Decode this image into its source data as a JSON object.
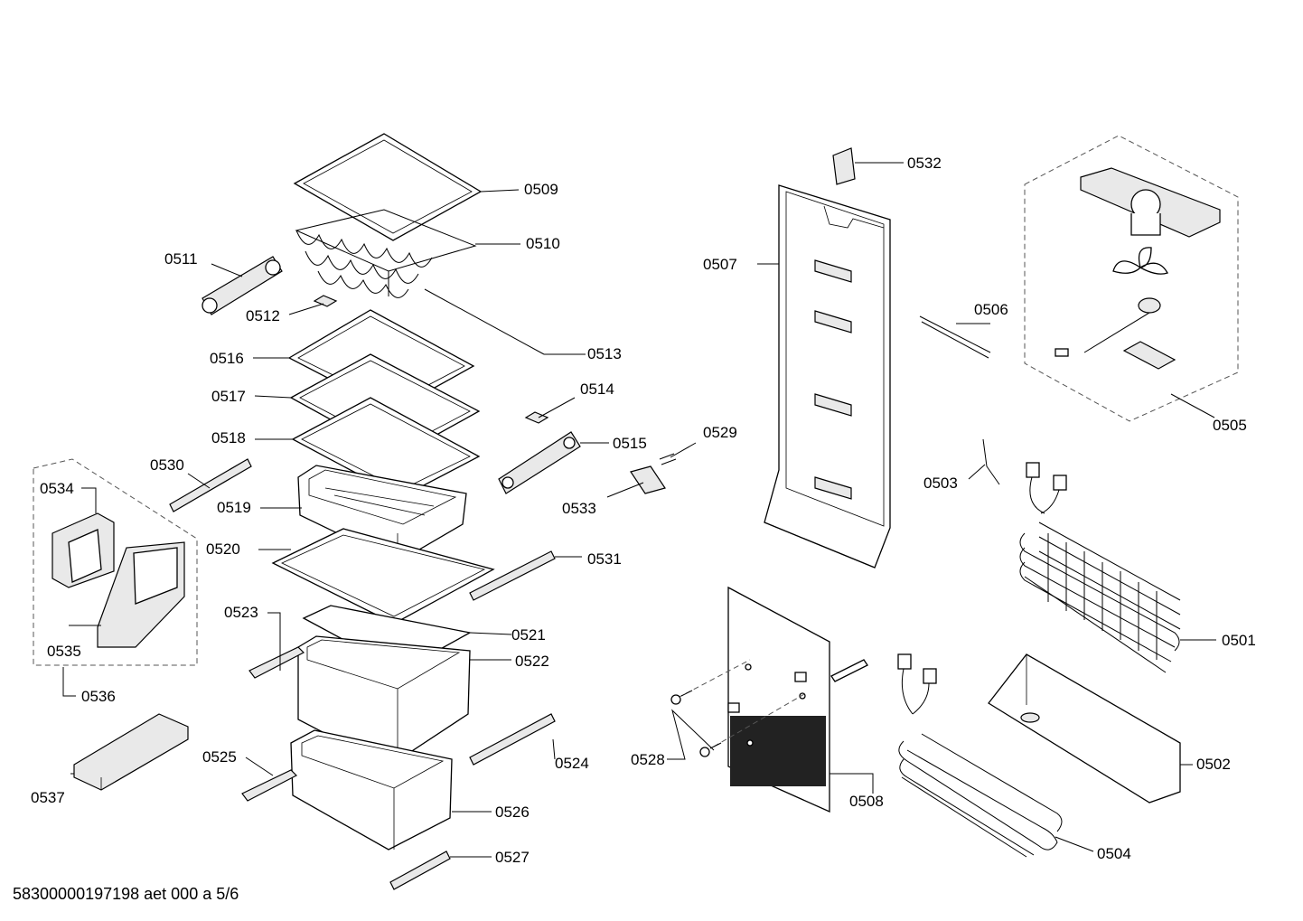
{
  "diagram": {
    "part_labels": {
      "p0501": "0501",
      "p0502": "0502",
      "p0503": "0503",
      "p0504": "0504",
      "p0505": "0505",
      "p0506": "0506",
      "p0507": "0507",
      "p0508": "0508",
      "p0509": "0509",
      "p0510": "0510",
      "p0511": "0511",
      "p0512": "0512",
      "p0513": "0513",
      "p0514": "0514",
      "p0515": "0515",
      "p0516": "0516",
      "p0517": "0517",
      "p0518": "0518",
      "p0519": "0519",
      "p0520": "0520",
      "p0521": "0521",
      "p0522": "0522",
      "p0523": "0523",
      "p0524": "0524",
      "p0525": "0525",
      "p0526": "0526",
      "p0527": "0527",
      "p0528": "0528",
      "p0529": "0529",
      "p0530": "0530",
      "p0531": "0531",
      "p0532": "0532",
      "p0533": "0533",
      "p0534": "0534",
      "p0535": "0535",
      "p0536": "0536",
      "p0537": "0537"
    },
    "footer_text": "58300000197198 aet 000 a 5/6"
  }
}
